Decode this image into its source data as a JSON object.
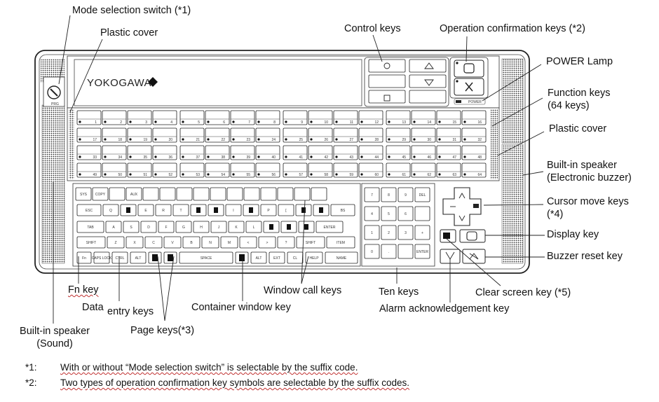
{
  "labels": {
    "mode_switch": "Mode selection switch (*1)",
    "plastic_cover_top": "Plastic cover",
    "control_keys": "Control keys",
    "op_confirm_keys": "Operation confirmation keys (*2)",
    "power_lamp": "POWER Lamp",
    "function_keys_line1": "Function keys",
    "function_keys_line2": "(64 keys)",
    "plastic_cover_right": "Plastic cover",
    "speaker_electronic_line1": "Built-in speaker",
    "speaker_electronic_line2": "(Electronic buzzer)",
    "cursor_keys_line1": "Cursor move keys",
    "cursor_keys_line2": "(*4)",
    "display_key": "Display key",
    "buzzer_reset_key": "Buzzer reset key",
    "fn_key": "Fn key",
    "data_entry_part1": "Data",
    "data_entry_part2": "entry keys",
    "container_window_key": "Container window key",
    "window_call_keys": "Window call keys",
    "ten_keys": "Ten keys",
    "clear_screen_key": "Clear screen key (*5)",
    "alarm_ack_key": "Alarm acknowledgement key",
    "speaker_sound_line1": "Built-in speaker",
    "speaker_sound_line2": "(Sound)",
    "page_keys": "Page keys(*3)"
  },
  "notes": [
    {
      "mark": "*1:",
      "text": "With or without “Mode selection switch” is selectable by the suffix code."
    },
    {
      "mark": "*2:",
      "text": "Two types of operation confirmation key symbols are selectable by the suffix codes."
    }
  ],
  "device": {
    "brand": "YOKOGAWA",
    "power_text": "POWER",
    "function_key_numbers": [
      "1",
      "2",
      "3",
      "4",
      "5",
      "6",
      "7",
      "8",
      "9",
      "10",
      "11",
      "12",
      "13",
      "14",
      "15",
      "16",
      "17",
      "18",
      "19",
      "20",
      "21",
      "22",
      "23",
      "24",
      "25",
      "26",
      "27",
      "28",
      "29",
      "30",
      "31",
      "32",
      "33",
      "34",
      "35",
      "36",
      "37",
      "38",
      "39",
      "40",
      "41",
      "42",
      "43",
      "44",
      "45",
      "46",
      "47",
      "48",
      "49",
      "50",
      "51",
      "52",
      "53",
      "54",
      "55",
      "56",
      "57",
      "58",
      "59",
      "60",
      "61",
      "62",
      "63",
      "64"
    ],
    "top_row_keys": [
      "SYS",
      "COPY",
      "",
      "AUX",
      "",
      "",
      "",
      "",
      "",
      "",
      "",
      "",
      "",
      "",
      ""
    ],
    "row1_keys": [
      "ESC",
      "Q",
      "",
      "E",
      "R",
      "T",
      "",
      "",
      "I",
      "",
      "P",
      "[",
      "",
      "",
      "BS"
    ],
    "row2_keys": [
      "TAB",
      "A",
      "S",
      "D",
      "F",
      "G",
      "H",
      "J",
      "K",
      "L",
      "",
      "",
      "",
      "ENTER"
    ],
    "row3_keys": [
      "SHIFT",
      "Z",
      "X",
      "C",
      "V",
      "B",
      "N",
      "M",
      "<",
      ">",
      "?",
      "SHIFT",
      "ITEM"
    ],
    "row4_keys": [
      "Fn",
      "CAPS LOCK",
      "CTRL",
      "ALT",
      "",
      "",
      "SPACE",
      "",
      "ALT",
      "EXT",
      "CL",
      "HELP",
      "NAME"
    ],
    "ten_keys": [
      "7",
      "8",
      "9",
      "DEL",
      "4",
      "5",
      "6",
      "",
      "1",
      "2",
      "3",
      "+",
      "0",
      ".",
      "",
      "ENTER"
    ]
  },
  "colors": {
    "outline": "#222222",
    "body": "#ffffff",
    "speaker_dots": "#333333",
    "wavy_underline": "#c03030"
  }
}
